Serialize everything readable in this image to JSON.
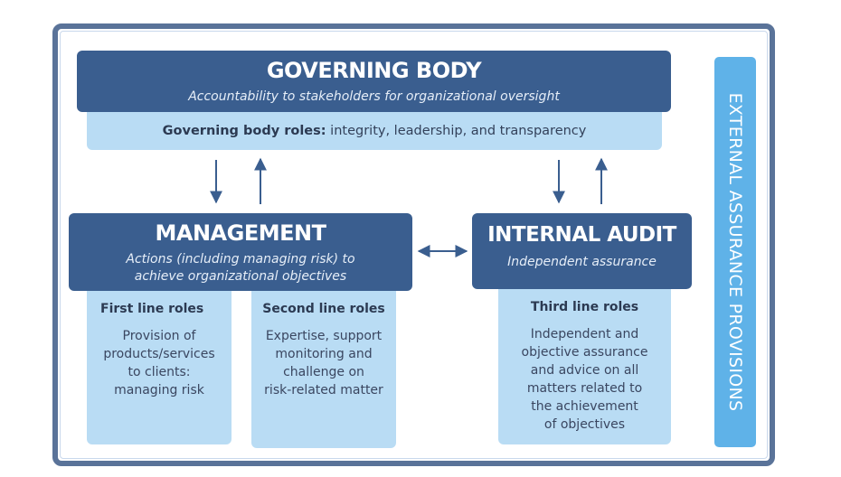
{
  "governing_body": {
    "title": "GOVERNING BODY",
    "subtitle": "Accountability to stakeholders for organizational oversight",
    "roles_label": "Governing body roles:",
    "roles_text": " integrity, leadership, and transparency"
  },
  "management": {
    "title": "MANAGEMENT",
    "subtitle_line1": "Actions (including managing risk) to",
    "subtitle_line2": "achieve organizational objectives"
  },
  "internal_audit": {
    "title": "INTERNAL AUDIT",
    "subtitle": "Independent assurance"
  },
  "first_line": {
    "title": "First line roles",
    "lines": [
      "Provision of",
      "products/services",
      "to clients:",
      "managing risk"
    ]
  },
  "second_line": {
    "title": "Second line roles",
    "lines": [
      "Expertise, support",
      "monitoring and",
      "challenge on",
      "risk-related matter"
    ]
  },
  "third_line": {
    "title": "Third line roles",
    "lines": [
      "Independent and",
      "objective assurance",
      "and advice on all",
      "matters related to",
      "the achievement",
      "of objectives"
    ]
  },
  "external": {
    "label": "EXTERNAL ASSURANCE PROVISIONS"
  },
  "colors": {
    "dark": "#3a5e8f",
    "light": "#b9dcf4",
    "accent": "#5fb2e8",
    "frame": "#5a7399"
  }
}
